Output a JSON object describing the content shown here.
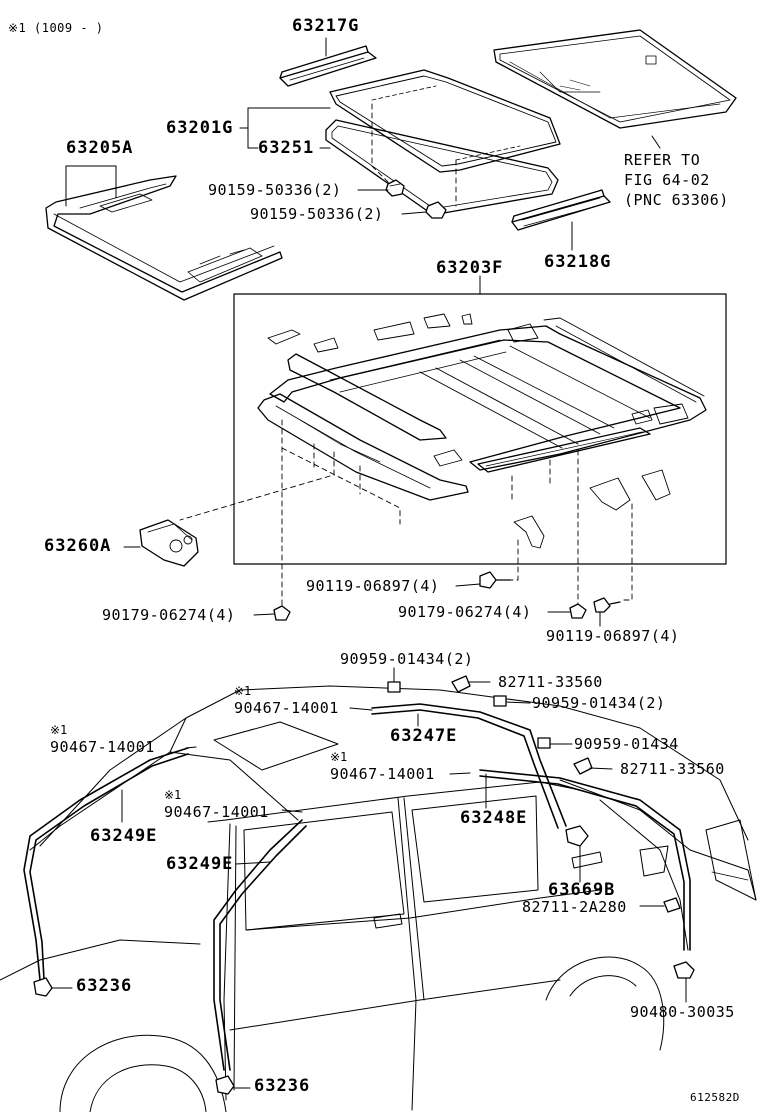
{
  "header_note": "※1 (1009 -      )",
  "diagram_id": "612582D",
  "reference": {
    "line1": "REFER TO",
    "line2": "FIG 64-02",
    "line3": "(PNC 63306)"
  },
  "parts": {
    "p63217G": "63217G",
    "p63201G": "63201G",
    "p63251": "63251",
    "p63205A": "63205A",
    "p90159_a": "90159-50336(2)",
    "p90159_b": "90159-50336(2)",
    "p63218G": "63218G",
    "p63203F": "63203F",
    "p63260A": "63260A",
    "p90119_a": "90119-06897(4)",
    "p90179_a": "90179-06274(4)",
    "p90179_b": "90179-06274(4)",
    "p90119_b": "90119-06897(4)",
    "p90959_a": "90959-01434(2)",
    "p82711_a": "82711-33560",
    "p90467_a": "90467-14001",
    "p90959_b": "90959-01434(2)",
    "p63247E": "63247E",
    "p90467_b": "90467-14001",
    "p90959_c": "90959-01434",
    "p90467_c": "90467-14001",
    "p82711_b": "82711-33560",
    "p90467_d": "90467-14001",
    "p63248E": "63248E",
    "p63249E_a": "63249E",
    "p63249E_b": "63249E",
    "p63669B": "63669B",
    "p82711_c": "82711-2A280",
    "p63236_a": "63236",
    "p90480": "90480-30035",
    "p63236_b": "63236"
  },
  "markers": {
    "m1": "※1",
    "m2": "※1",
    "m3": "※1",
    "m4": "※1"
  }
}
